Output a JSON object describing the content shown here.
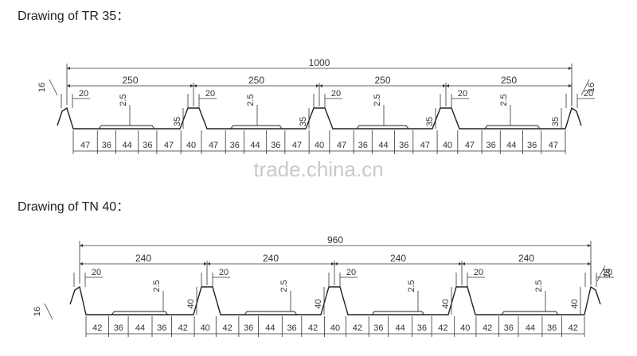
{
  "drawing1": {
    "title": "Drawing of TR 35：",
    "total": "1000",
    "pitch": "250",
    "top_width": "20",
    "rib_height": "35",
    "stiffener": "2.5",
    "edge": "16",
    "bottom_segments": [
      "47",
      "36",
      "44",
      "36",
      "47",
      "40",
      "47",
      "36",
      "44",
      "36",
      "47",
      "40",
      "47",
      "36",
      "44",
      "36",
      "47",
      "40",
      "47",
      "36",
      "44",
      "36",
      "47"
    ]
  },
  "drawing2": {
    "title": "Drawing of TN 40：",
    "total": "960",
    "pitch": "240",
    "top_width": "20",
    "rib_height": "40",
    "stiffener": "2.5",
    "edge": "16",
    "bottom_segments": [
      "42",
      "36",
      "44",
      "36",
      "42",
      "40",
      "42",
      "36",
      "44",
      "36",
      "42",
      "40",
      "42",
      "36",
      "44",
      "36",
      "42",
      "40",
      "42",
      "36",
      "44",
      "36",
      "42"
    ]
  },
  "watermark": "trade.china.cn"
}
